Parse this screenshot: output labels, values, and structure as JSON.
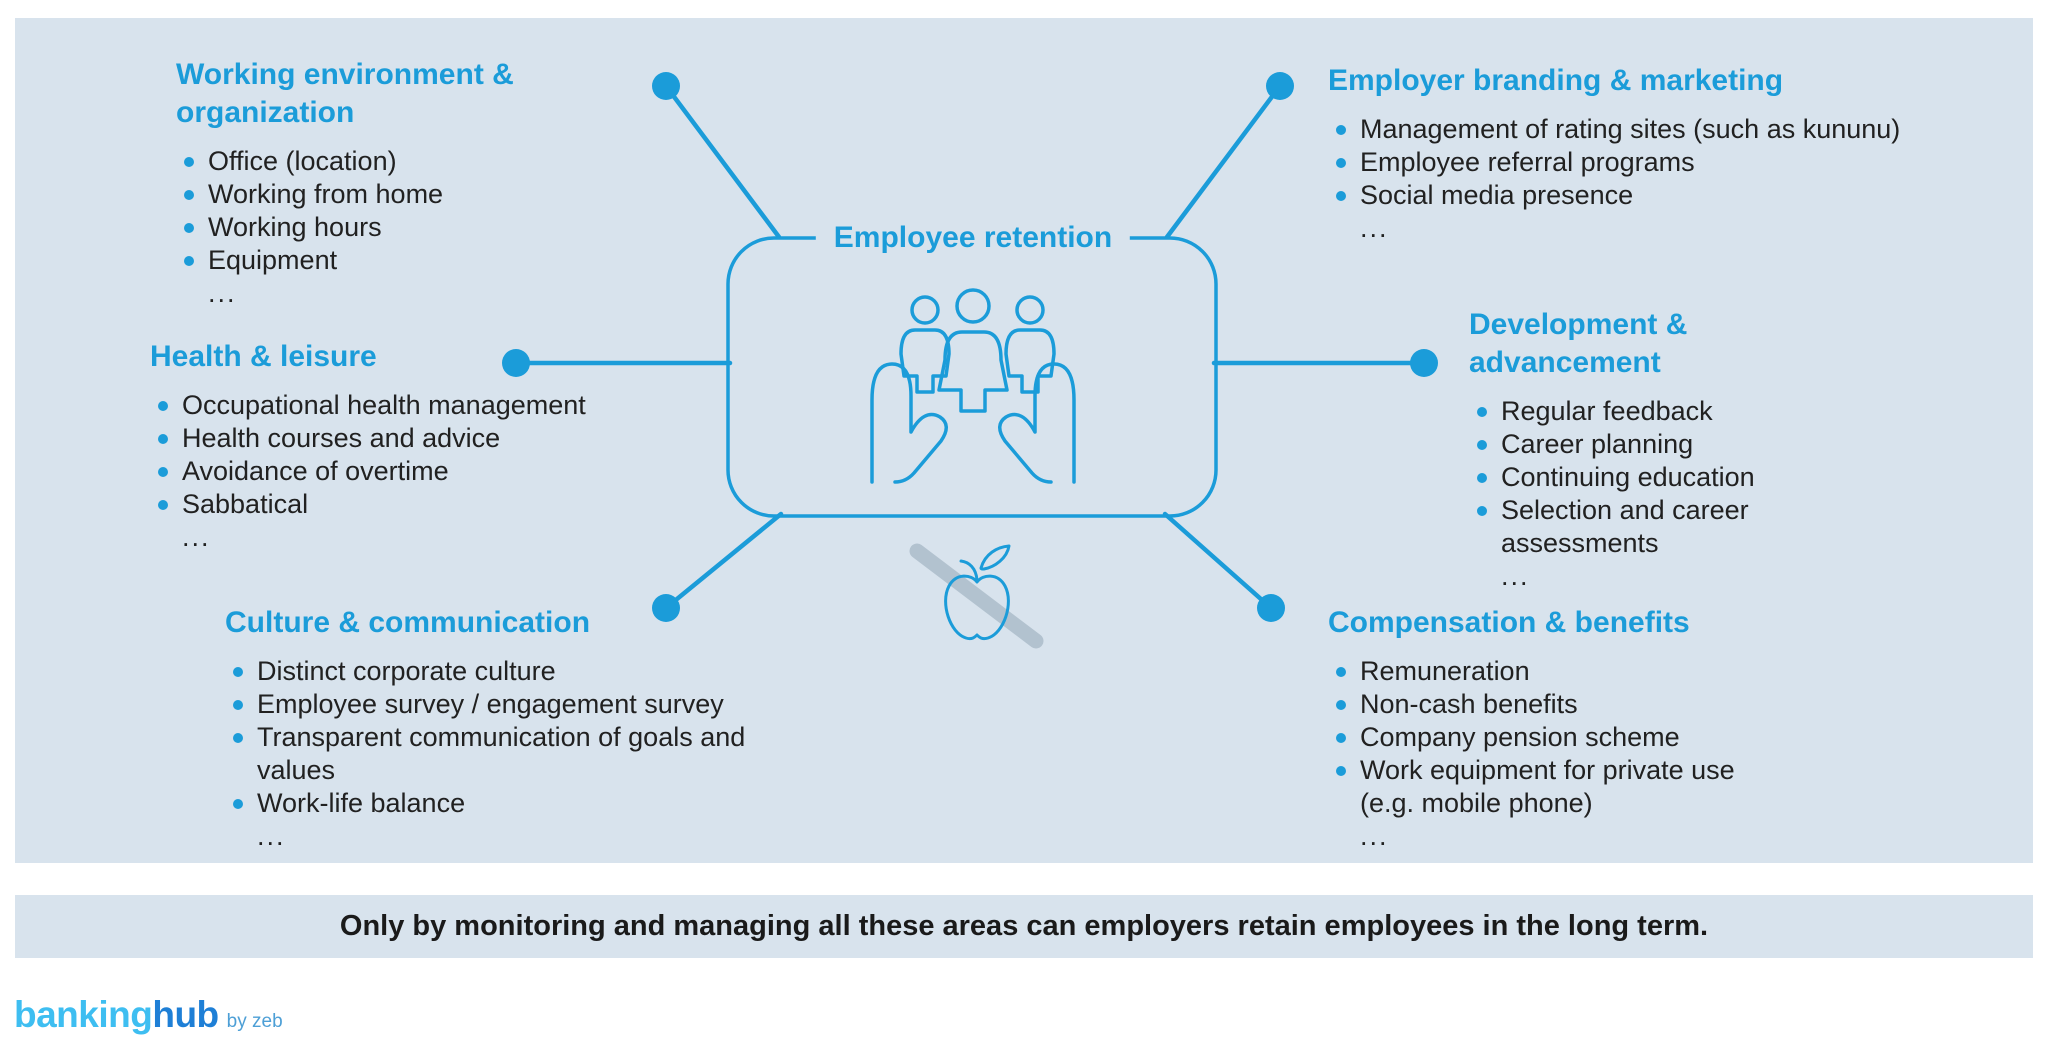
{
  "colors": {
    "accent_blue": "#1b9cd9",
    "panel_background": "#d8e3ed",
    "body_text": "#212121",
    "slash_gray": "#b2c2cf",
    "logo_light_blue": "#3ebef1",
    "logo_dark_blue": "#1e7fd6",
    "logo_byline_blue": "#4d9fd6"
  },
  "center": {
    "title": "Employee retention",
    "icons": [
      "employees-in-hands-icon",
      "crossed-out-apple-icon"
    ]
  },
  "sections": [
    {
      "id": "working-environment",
      "title": "Working environment & organization",
      "items": [
        "Office (location)",
        "Working from home",
        "Working hours",
        "Equipment"
      ],
      "more": "..."
    },
    {
      "id": "employer-branding",
      "title": "Employer branding & marketing",
      "items": [
        "Management of rating sites (such as kununu)",
        "Employee referral programs",
        "Social media presence"
      ],
      "more": "..."
    },
    {
      "id": "health-leisure",
      "title": "Health & leisure",
      "items": [
        "Occupational health management",
        "Health courses and advice",
        "Avoidance of overtime",
        "Sabbatical"
      ],
      "more": "..."
    },
    {
      "id": "development-advancement",
      "title": "Development & advancement",
      "items": [
        "Regular feedback",
        "Career planning",
        "Continuing education",
        "Selection and career assessments"
      ],
      "more": "..."
    },
    {
      "id": "culture-communication",
      "title": "Culture & communication",
      "items": [
        "Distinct corporate culture",
        "Employee survey / engagement survey",
        "Transparent communication of goals and values",
        "Work-life balance"
      ],
      "more": "..."
    },
    {
      "id": "compensation-benefits",
      "title": "Compensation & benefits",
      "items": [
        "Remuneration",
        "Non-cash benefits",
        "Company pension scheme",
        "Work equipment for private use (e.g. mobile phone)"
      ],
      "more": "..."
    }
  ],
  "banner": {
    "text": "Only by monitoring and managing all these areas can employers retain employees in the long term."
  },
  "logo": {
    "brand_light": "banking",
    "brand_dark": "hub",
    "byline": "by zeb"
  }
}
